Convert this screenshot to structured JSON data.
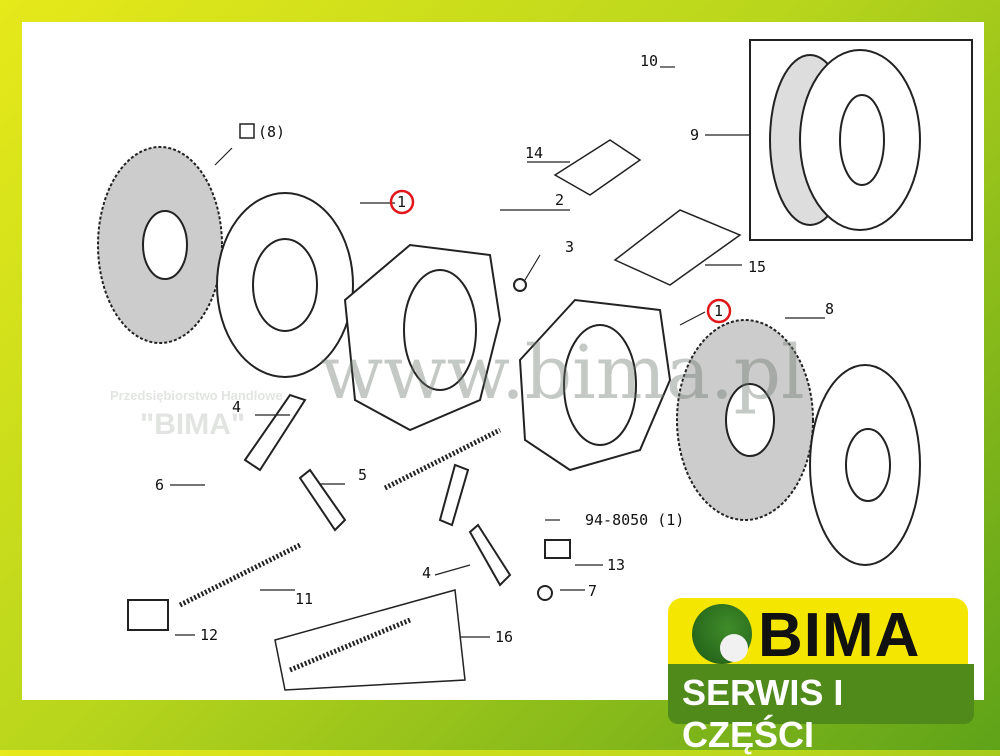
{
  "watermark": {
    "company": "Przedsiębiorstwo Handlowe",
    "name": "\"BIMA\"",
    "url": "www.bima.pl"
  },
  "labels": {
    "l10": "10",
    "l9": "9",
    "l8box": "(8)",
    "l14": "14",
    "l1a": "1",
    "l2": "2",
    "l3": "3",
    "l15": "15",
    "l1b": "1",
    "l8": "8",
    "l4a": "4",
    "l6": "6",
    "l5": "5",
    "l94": "94-8050 (1)",
    "l13": "13",
    "l7": "7",
    "l11": "11",
    "l4b": "4",
    "l12": "12",
    "l16": "16"
  },
  "highlight_color": "#e0161b",
  "logo": {
    "brand": "BIMA",
    "tagline": "SERWIS I CZĘŚCI"
  }
}
